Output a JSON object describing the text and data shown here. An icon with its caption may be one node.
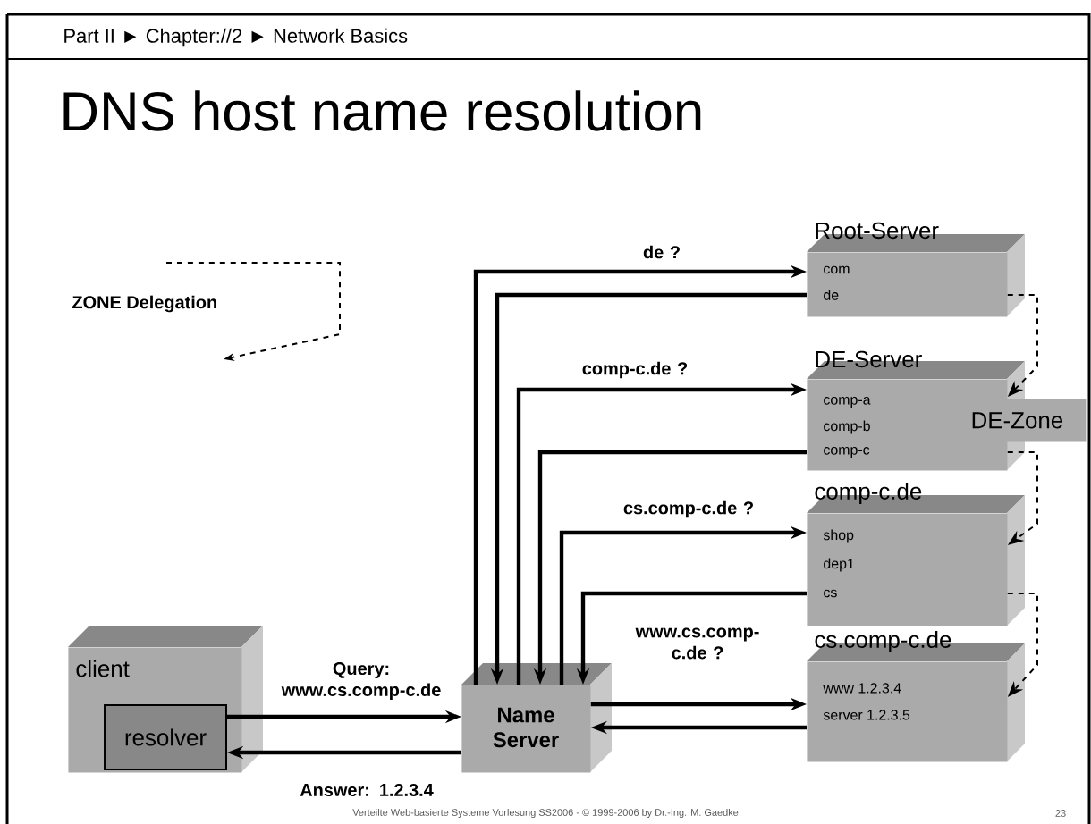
{
  "diagram": {
    "title": "DNS host name resolution",
    "nodes": [
      {
        "text": [
          "Root-Server",
          "com",
          "de"
        ]
      },
      {
        "text": [
          "DE-Server",
          "comp-a",
          "comp-b",
          "comp-c"
        ]
      },
      {
        "text": [
          "DE-Zone"
        ]
      },
      {
        "text": [
          "comp-c.de",
          "shop",
          "dep1",
          "cs"
        ]
      },
      {
        "text": [
          "cs.comp-c.de",
          "www 1.2.3.4",
          "server 1.2.3.5"
        ]
      },
      {
        "text": [
          "client"
        ]
      },
      {
        "text": [
          "resolver"
        ],
        "in": 5
      },
      {
        "text": [
          "Name Server"
        ]
      }
    ],
    "edges": [
      {
        "from": 6,
        "to": 7,
        "arrow": "to",
        "label": "Query: www.cs.comp-c.de"
      },
      {
        "from": 7,
        "to": 6,
        "arrow": "to",
        "label": "Answer: 1.2.3.4"
      },
      {
        "from": 7,
        "to": 0,
        "arrow": "to",
        "label": "de ?"
      },
      {
        "from": 0,
        "to": 7,
        "arrow": "to"
      },
      {
        "from": 7,
        "to": 1,
        "arrow": "to",
        "label": "comp-c.de ?"
      },
      {
        "from": 1,
        "to": 7,
        "arrow": "to"
      },
      {
        "from": 7,
        "to": 3,
        "arrow": "to",
        "label": "cs.comp-c.de ?"
      },
      {
        "from": 3,
        "to": 7,
        "arrow": "to"
      },
      {
        "from": 7,
        "to": 4,
        "arrow": "to",
        "label": "www.cs.comp-c.de ?"
      },
      {
        "from": 4,
        "to": 7,
        "arrow": "to"
      },
      {
        "from": 0,
        "to": 1,
        "arrow": "to",
        "style": "dashed"
      },
      {
        "from": 1,
        "to": 3,
        "arrow": "to",
        "style": "dashed"
      },
      {
        "from": 3,
        "to": 4,
        "arrow": "to",
        "style": "dashed"
      }
    ],
    "labels": [
      "Part II ► Chapter://2 ► Network Basics",
      "Verteilte Web-basierte Systeme Vorlesung SS2006 - © 1999-2006 by Dr.-Ing. M. Gaedke",
      "23"
    ],
    "legend": [
      {
        "text": "ZONE Delegation"
      }
    ]
  }
}
